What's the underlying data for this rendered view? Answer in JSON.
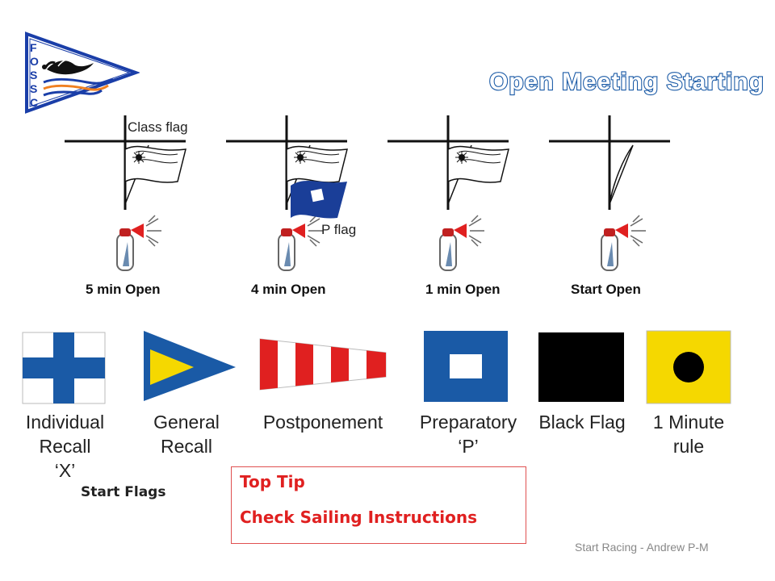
{
  "logo": {
    "letters": [
      "F",
      "O",
      "S",
      "S",
      "C"
    ]
  },
  "title": "Open Meeting Starting",
  "signals": {
    "class_flag_label": "Class flag",
    "p_flag_label": "P flag",
    "labels": [
      "5 min Open",
      "4 min Open",
      "1 min Open",
      "Start Open"
    ]
  },
  "flags": [
    {
      "lines": [
        "Individual",
        "Recall",
        "‘X’"
      ]
    },
    {
      "lines": [
        "General",
        "Recall"
      ]
    },
    {
      "lines": [
        "Postponement"
      ]
    },
    {
      "lines": [
        "Preparatory",
        "‘P’"
      ]
    },
    {
      "lines": [
        "Black Flag"
      ]
    },
    {
      "lines": [
        "1 Minute",
        "rule"
      ]
    }
  ],
  "start_flags": "Start Flags",
  "tip": {
    "title": "Top Tip",
    "body": "Check Sailing Instructions"
  },
  "footer": "Start Racing - Andrew P-M",
  "colors": {
    "blue": "#1a5aa6",
    "red": "#e02020",
    "yellow": "#f5d800",
    "logo_blue": "#1a3ea8"
  }
}
